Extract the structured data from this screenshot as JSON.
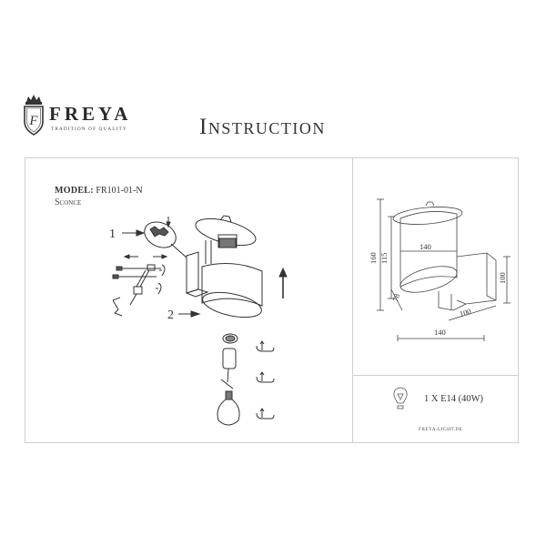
{
  "header": {
    "brand": "FREYA",
    "tagline": "TRADITION OF QUALITY",
    "title": "Instruction"
  },
  "product": {
    "model_label": "MODEL:",
    "model_value": "FR101-01-N",
    "type": "Sconce"
  },
  "assembly": {
    "callouts": [
      "1",
      "2"
    ]
  },
  "dimensions": {
    "height_total": "160",
    "shade_height": "115",
    "shade_width": "140",
    "shade_depth": "78",
    "base_height": "100",
    "base_depth": "100",
    "overall_width": "140",
    "unit_hint": "mm"
  },
  "lamp": {
    "icon": "light-bulb-icon",
    "spec": "1 X E14 (40W)"
  },
  "footer": {
    "website": "FREYA-LIGHT.DE"
  },
  "colors": {
    "line": "#333333",
    "frame": "#cfcfcf",
    "text": "#2a2a2a"
  }
}
